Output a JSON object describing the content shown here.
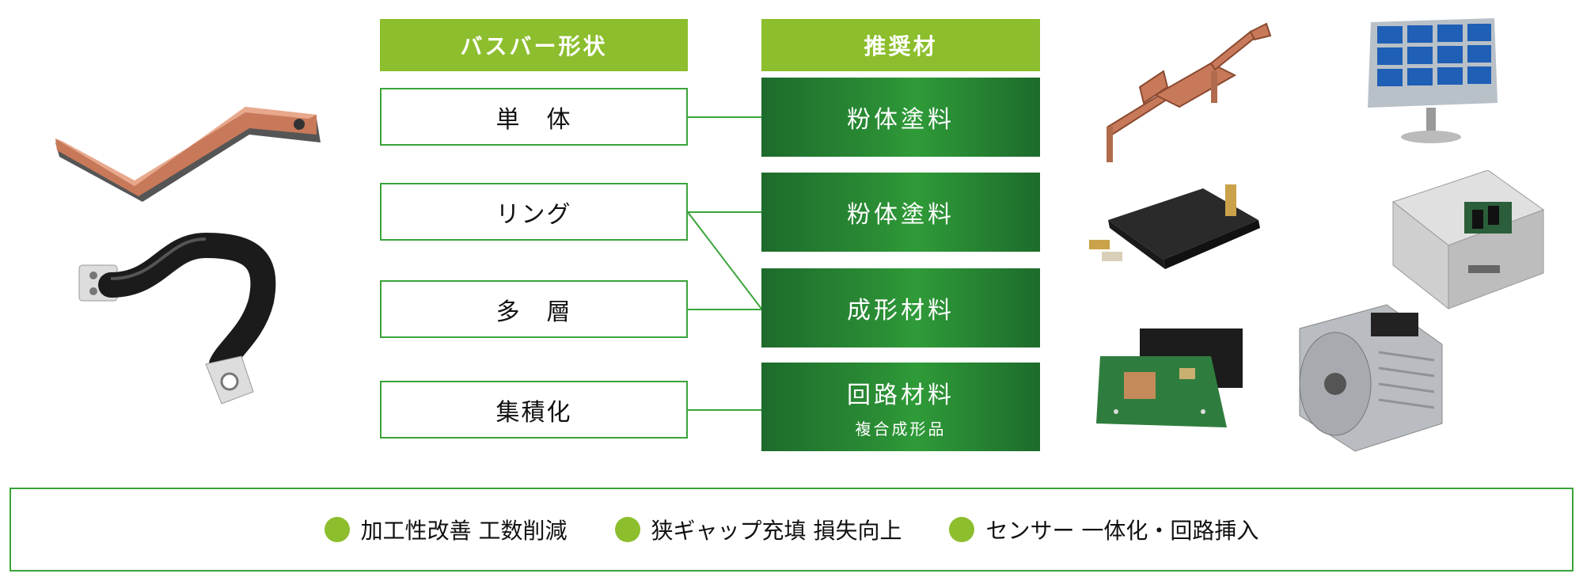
{
  "headers": {
    "shape": "バスバー形状",
    "material": "推奨材"
  },
  "shapes": [
    "単　体",
    "リング",
    "多　層",
    "集積化"
  ],
  "materials": [
    {
      "label": "粉体塗料",
      "sub": ""
    },
    {
      "label": "粉体塗料",
      "sub": ""
    },
    {
      "label": "成形材料",
      "sub": ""
    },
    {
      "label": "回路材料",
      "sub": "複合成形品"
    }
  ],
  "features": [
    "加工性改善 工数削減",
    "狭ギャップ充填 損失向上",
    "センサー 一体化・回路挿入"
  ],
  "colors": {
    "accent": "#8cbe2d",
    "border": "#3aa43a",
    "material_dark": "#1d6b2c"
  }
}
